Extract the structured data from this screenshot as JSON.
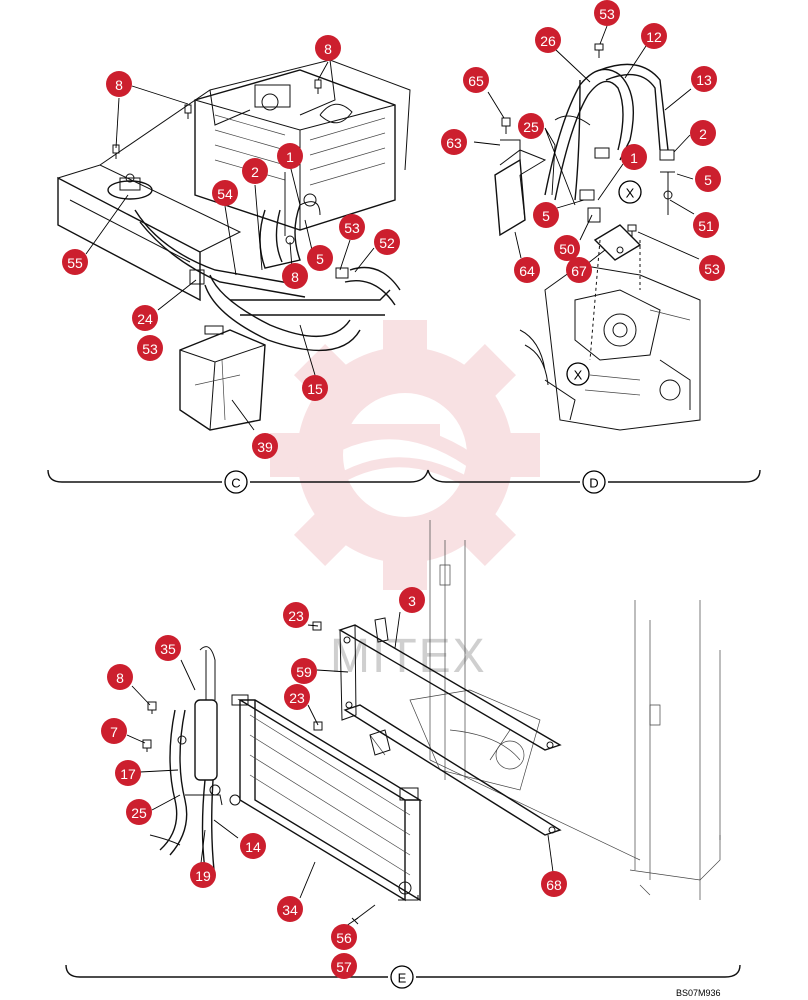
{
  "watermark": {
    "text": "MITEX",
    "color": "#f3c9cd"
  },
  "accent_color": "#cc1f2e",
  "drawing_code": "BS07M936",
  "sections": [
    {
      "id": "section-c",
      "label": "C"
    },
    {
      "id": "section-d",
      "label": "D"
    },
    {
      "id": "section-e",
      "label": "E"
    }
  ],
  "view_markers": [
    {
      "id": "x-upper",
      "label": "X"
    },
    {
      "id": "x-lower",
      "label": "X"
    }
  ],
  "callouts": [
    {
      "id": "c8a",
      "label": "8"
    },
    {
      "id": "c8b",
      "label": "8"
    },
    {
      "id": "c2a",
      "label": "2"
    },
    {
      "id": "c1a",
      "label": "1"
    },
    {
      "id": "c54",
      "label": "54"
    },
    {
      "id": "c53a",
      "label": "53"
    },
    {
      "id": "c52",
      "label": "52"
    },
    {
      "id": "c55",
      "label": "55"
    },
    {
      "id": "c5a",
      "label": "5"
    },
    {
      "id": "c8c",
      "label": "8"
    },
    {
      "id": "c24",
      "label": "24"
    },
    {
      "id": "c53b",
      "label": "53"
    },
    {
      "id": "c15",
      "label": "15"
    },
    {
      "id": "c39",
      "label": "39"
    },
    {
      "id": "c53c",
      "label": "53"
    },
    {
      "id": "c26",
      "label": "26"
    },
    {
      "id": "c12",
      "label": "12"
    },
    {
      "id": "c65",
      "label": "65"
    },
    {
      "id": "c13",
      "label": "13"
    },
    {
      "id": "c25a",
      "label": "25"
    },
    {
      "id": "c63",
      "label": "63"
    },
    {
      "id": "c2b",
      "label": "2"
    },
    {
      "id": "c1b",
      "label": "1"
    },
    {
      "id": "c5b",
      "label": "5"
    },
    {
      "id": "c5c",
      "label": "5"
    },
    {
      "id": "c51",
      "label": "51"
    },
    {
      "id": "c50",
      "label": "50"
    },
    {
      "id": "c67",
      "label": "67"
    },
    {
      "id": "c64",
      "label": "64"
    },
    {
      "id": "c53d",
      "label": "53"
    },
    {
      "id": "c3",
      "label": "3"
    },
    {
      "id": "c23a",
      "label": "23"
    },
    {
      "id": "c35",
      "label": "35"
    },
    {
      "id": "c59",
      "label": "59"
    },
    {
      "id": "c8d",
      "label": "8"
    },
    {
      "id": "c23b",
      "label": "23"
    },
    {
      "id": "c7",
      "label": "7"
    },
    {
      "id": "c17",
      "label": "17"
    },
    {
      "id": "c25b",
      "label": "25"
    },
    {
      "id": "c14",
      "label": "14"
    },
    {
      "id": "c19",
      "label": "19"
    },
    {
      "id": "c68",
      "label": "68"
    },
    {
      "id": "c34",
      "label": "34"
    },
    {
      "id": "c56",
      "label": "56"
    },
    {
      "id": "c57",
      "label": "57"
    }
  ]
}
